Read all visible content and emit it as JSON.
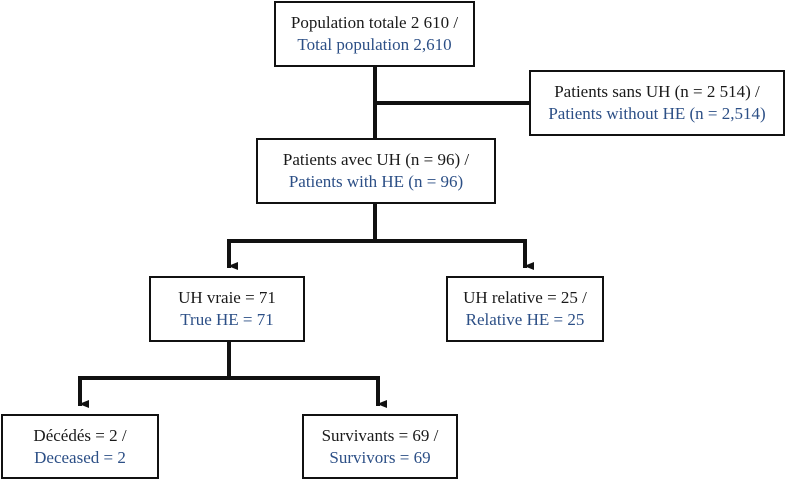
{
  "colors": {
    "french_text": "#1a1a1a",
    "english_text": "#2c4f86",
    "lines": "#111111"
  },
  "boxes": {
    "total": {
      "fr": "Population totale 2 610 /",
      "en": "Total population 2,610"
    },
    "without": {
      "fr": "Patients sans UH (n = 2 514) /",
      "en": "Patients without HE (n = 2,514)"
    },
    "with": {
      "fr": "Patients avec UH (n = 96) /",
      "en": "Patients with HE (n = 96)"
    },
    "true_he": {
      "fr": "UH vraie = 71",
      "en": "True HE = 71"
    },
    "relative": {
      "fr": "UH relative = 25 /",
      "en": "Relative HE = 25"
    },
    "deceased": {
      "fr": "Décédés = 2 /",
      "en": "Deceased = 2"
    },
    "survivors": {
      "fr": "Survivants = 69 /",
      "en": "Survivors = 69"
    }
  }
}
